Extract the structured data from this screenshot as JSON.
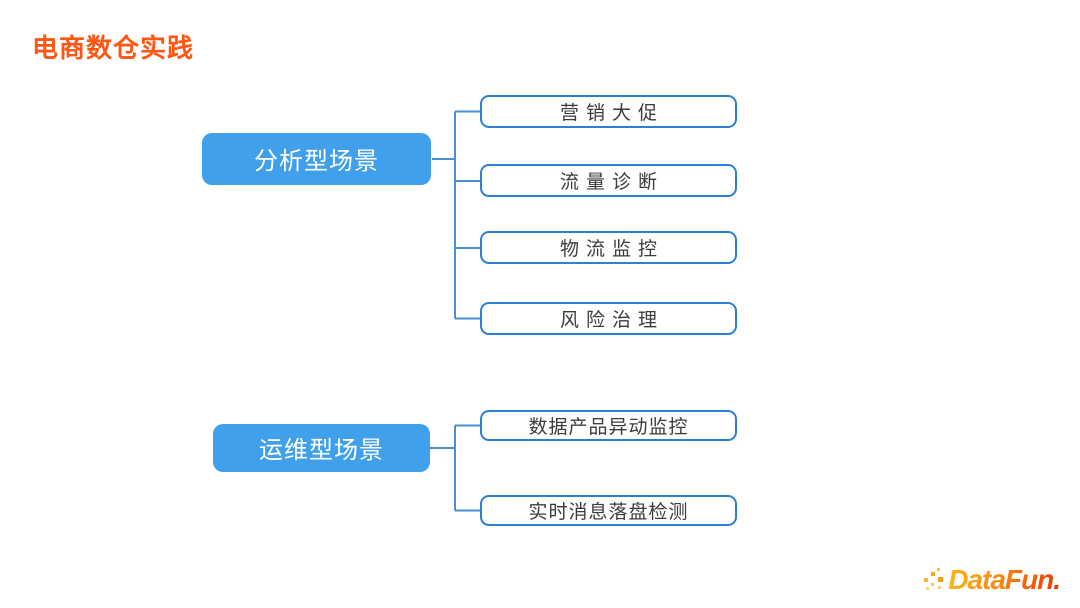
{
  "title": {
    "text": "电商数仓实践"
  },
  "colors": {
    "title_orange": "#ff5614",
    "parent_fill": "#41a0ec",
    "parent_text": "#ffffff",
    "child_border": "#2b7fd6",
    "child_text": "#3c3c3c",
    "connector": "#4a8fd2",
    "background": "#ffffff",
    "logo_gradient_start": "#fcb115",
    "logo_gradient_end": "#e93607"
  },
  "diagram": {
    "type": "mindmap-tree",
    "groups": [
      {
        "parent": "分析型场景",
        "children": [
          "营销大促",
          "流量诊断",
          "物流监控",
          "风险治理"
        ]
      },
      {
        "parent": "运维型场景",
        "children": [
          "数据产品异动监控",
          "实时消息落盘检测"
        ]
      }
    ]
  },
  "logo": {
    "text": "DataFun."
  }
}
